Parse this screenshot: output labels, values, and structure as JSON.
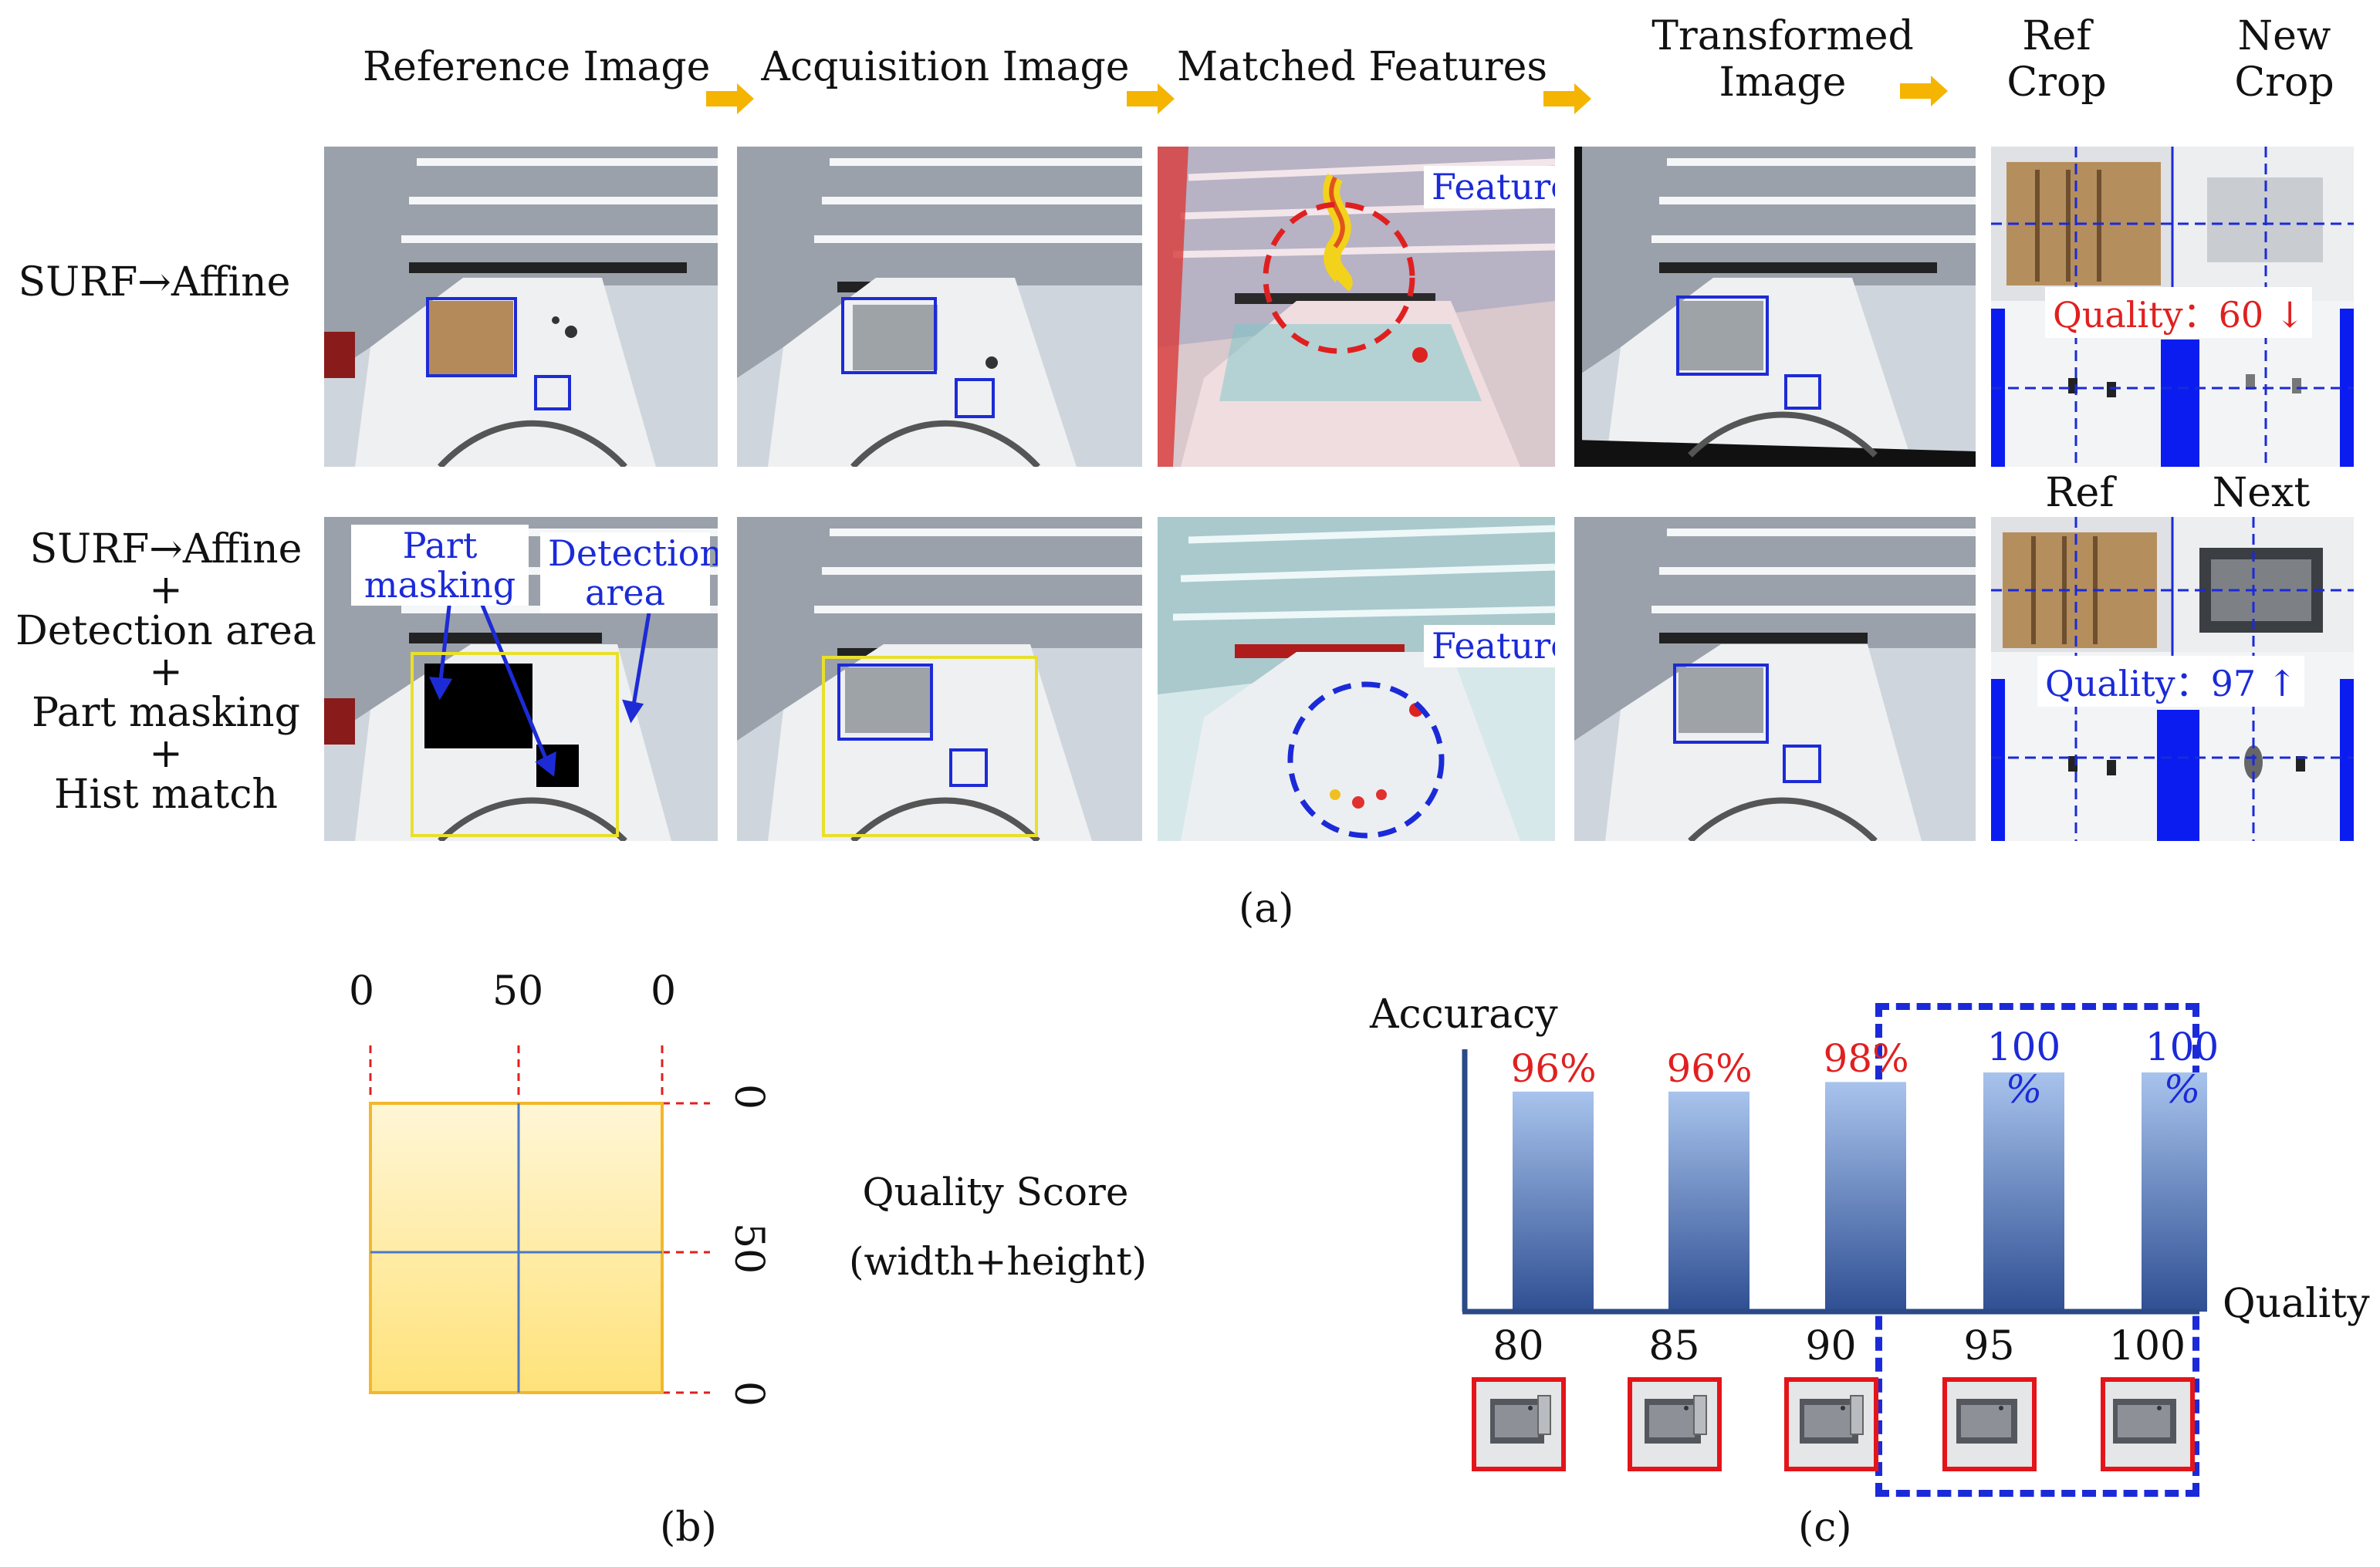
{
  "panel_a": {
    "columns": [
      "Reference Image",
      "Acquisition Image",
      "Matched Features",
      "Transformed Image",
      "Ref Crop",
      "New Crop"
    ],
    "row1_label": "SURF→Affine",
    "row2_label": [
      "SURF→Affine",
      "+",
      "Detection area",
      "+",
      "Part masking",
      "+",
      "Hist match"
    ],
    "feature_label": "Feature",
    "part_masking_label": "Part masking",
    "detection_area_label": "Detection area",
    "row1_quality": "Quality：60 ↓",
    "row2_quality": "Quality：97 ↑",
    "row2_crop_labels": [
      "Ref",
      "Next"
    ],
    "caption": "(a)",
    "colors": {
      "arrow": "#f5b400",
      "box": "#1d2bd6",
      "detection": "#e8e02a",
      "feature_red": "#e02020",
      "quality_bad": "#e02020",
      "quality_good": "#1b2ad8"
    }
  },
  "panel_b": {
    "top_ticks": [
      "0",
      "50",
      "0"
    ],
    "right_ticks": [
      "0",
      "50",
      "0"
    ],
    "title_line1": "Quality Score",
    "title_line2": "(width+height)",
    "caption": "(b)"
  },
  "chart_data": {
    "type": "bar",
    "ylabel": "Accuracy",
    "xlabel": "Quality",
    "categories": [
      "80",
      "85",
      "90",
      "95",
      "100"
    ],
    "values": [
      96,
      96,
      98,
      100,
      100
    ],
    "value_labels": [
      "96%",
      "96%",
      "98%",
      "100\n%",
      "100\n%"
    ],
    "highlighted_categories": [
      "95",
      "100"
    ],
    "ylim": [
      0,
      100
    ],
    "caption": "(c)",
    "colors": {
      "bar": "#3f62a8",
      "label_normal": "#e02020",
      "label_highlight": "#1b2ad8",
      "highlight_box": "#1b2ad8"
    }
  }
}
